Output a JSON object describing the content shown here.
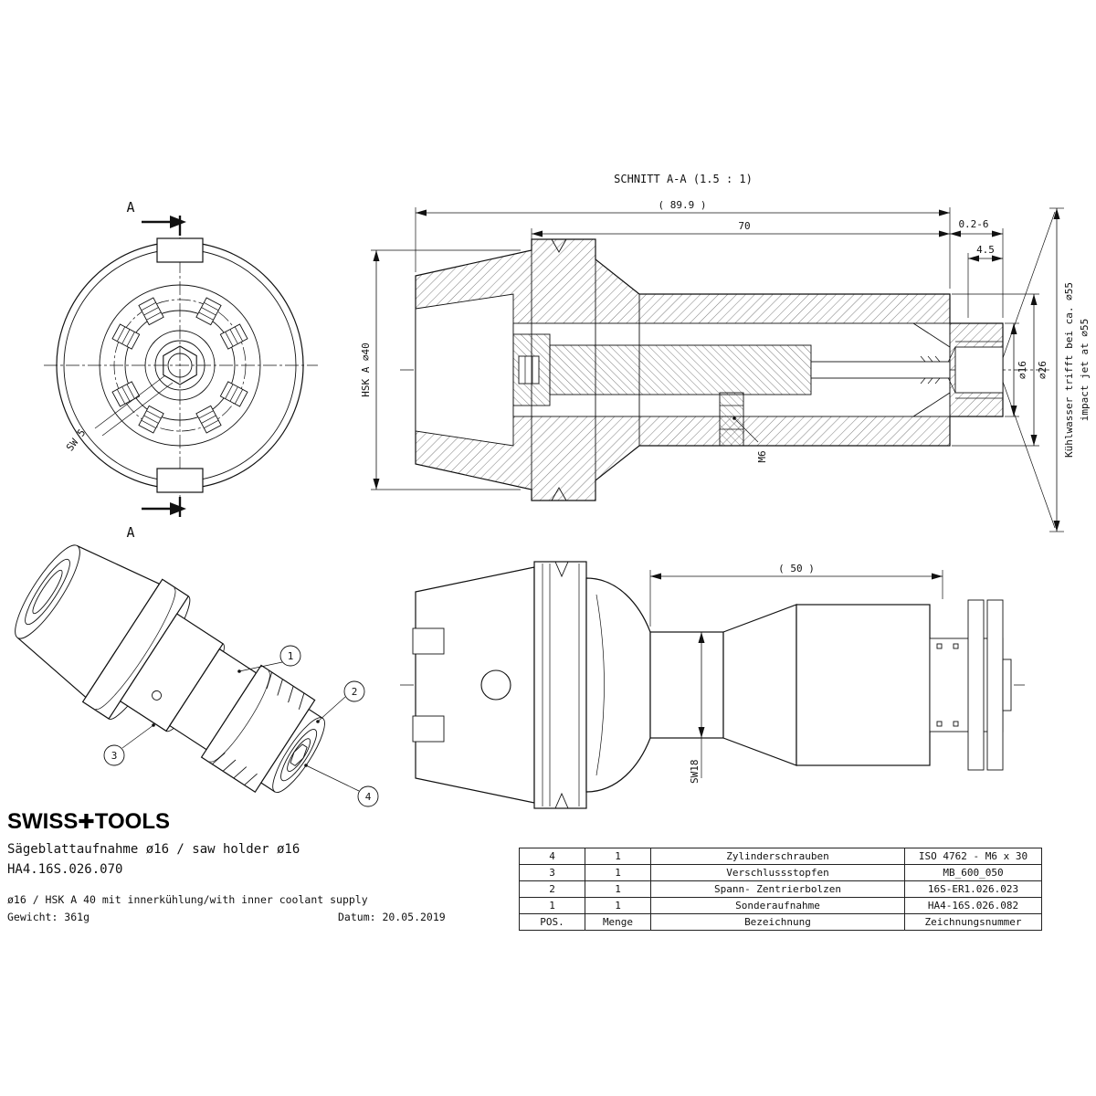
{
  "branding": {
    "logo_left": "SWISS",
    "logo_mark": "✚",
    "logo_right": "TOOLS"
  },
  "title_block": {
    "title": "Sägeblattaufnahme ø16 / saw holder ø16",
    "part_number": "HA4.16S.026.070",
    "description": "ø16 / HSK A 40 mit innerkühlung/with inner coolant supply",
    "weight_label": "Gewicht: 361g",
    "date_label": "Datum: 20.05.2019"
  },
  "front_view": {
    "section_label_top": "A",
    "section_label_bottom": "A",
    "hex_label": "SW 5"
  },
  "section_view": {
    "title": "SCHNITT A-A (1.5 : 1)",
    "dim_overall": "( 89.9 )",
    "dim_length": "70",
    "dim_gap": "0.2-6",
    "dim_tip": "4.5",
    "dim_hsk": "HSK A ⌀40",
    "dim_d16": "⌀16",
    "dim_d26": "⌀26",
    "dim_m6": "M6",
    "coolant_note_de": "Kühlwasser trifft bei ca. ⌀55",
    "coolant_note_en": "impact jet at ⌀55"
  },
  "side_view": {
    "dim_50": "( 50 )",
    "dim_sw18": "SW18"
  },
  "iso_view": {
    "balloon_1": "1",
    "balloon_2": "2",
    "balloon_3": "3",
    "balloon_4": "4"
  },
  "parts_table": {
    "headers": {
      "pos": "POS.",
      "qty": "Menge",
      "name": "Bezeichnung",
      "number": "Zeichnungsnummer"
    },
    "rows": [
      {
        "pos": "4",
        "qty": "1",
        "name": "Zylinderschrauben",
        "number": "ISO 4762 - M6 x 30"
      },
      {
        "pos": "3",
        "qty": "1",
        "name": "Verschlussstopfen",
        "number": "MB_600_050"
      },
      {
        "pos": "2",
        "qty": "1",
        "name": "Spann- Zentrierbolzen",
        "number": "16S-ER1.026.023"
      },
      {
        "pos": "1",
        "qty": "1",
        "name": "Sonderaufnahme",
        "number": "HA4-16S.026.082"
      }
    ]
  }
}
